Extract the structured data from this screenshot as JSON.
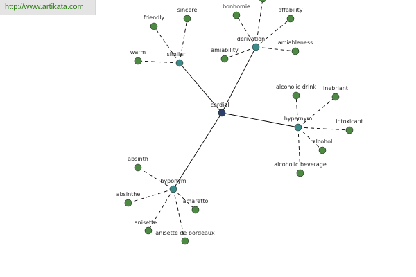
{
  "source_link": "http://www.artikata.com",
  "colors": {
    "root_node": "#2d3f6b",
    "relation_node": "#3c8a8c",
    "leaf_node": "#4f8a45",
    "label_text": "#222222",
    "link_text": "#2e7d16"
  },
  "graph": {
    "root": {
      "id": "cordial",
      "label": "cordial"
    },
    "relations": [
      {
        "id": "similar",
        "label": "similar",
        "terms": [
          {
            "id": "friendly",
            "label": "friendly"
          },
          {
            "id": "sincere",
            "label": "sincere"
          },
          {
            "id": "warm",
            "label": "warm"
          }
        ]
      },
      {
        "id": "derivation",
        "label": "derivation",
        "terms": [
          {
            "id": "bonhomie",
            "label": "bonhomie"
          },
          {
            "id": "affability",
            "label": "affability"
          },
          {
            "id": "amiability",
            "label": "amiability"
          },
          {
            "id": "amiableness",
            "label": "amiableness"
          },
          {
            "id": "top-clipped",
            "label": ""
          }
        ]
      },
      {
        "id": "hypernym",
        "label": "hypernym",
        "terms": [
          {
            "id": "alcoholic-drink",
            "label": "alcoholic drink"
          },
          {
            "id": "inebriant",
            "label": "inebriant"
          },
          {
            "id": "intoxicant",
            "label": "intoxicant"
          },
          {
            "id": "alcohol",
            "label": "alcohol"
          },
          {
            "id": "alcoholic-beverage",
            "label": "alcoholic beverage"
          }
        ]
      },
      {
        "id": "hyponym",
        "label": "hyponym",
        "terms": [
          {
            "id": "absinth",
            "label": "absinth"
          },
          {
            "id": "absinthe",
            "label": "absinthe"
          },
          {
            "id": "amaretto",
            "label": "amaretto"
          },
          {
            "id": "anisette",
            "label": "anisette"
          },
          {
            "id": "anisette-de-bordeaux",
            "label": "anisette de bordeaux"
          }
        ]
      }
    ]
  }
}
